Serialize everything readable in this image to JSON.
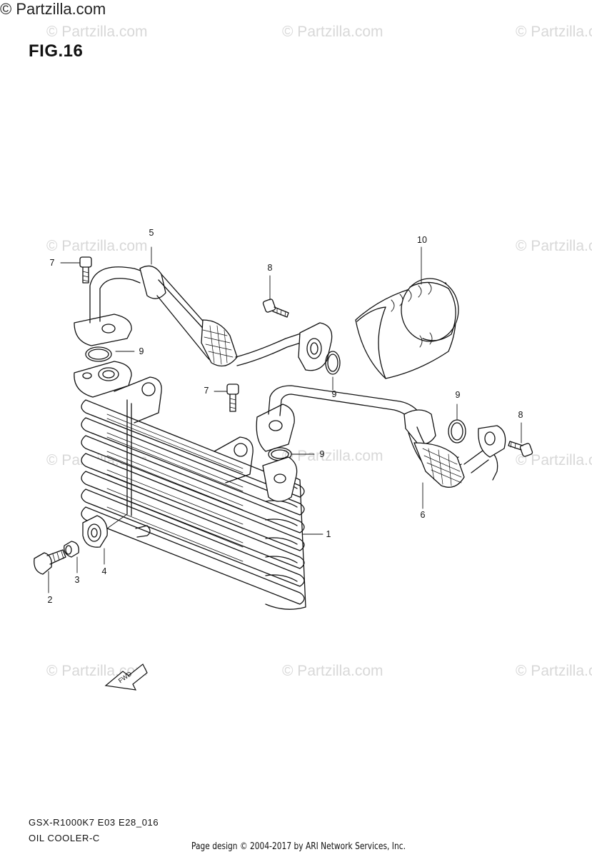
{
  "figure": {
    "title": "FIG.16"
  },
  "watermark": {
    "text": "© Partzilla.com",
    "center_text": "© Partzilla.com"
  },
  "callouts": {
    "p1": "1",
    "p2": "2",
    "p3": "3",
    "p4": "4",
    "p5": "5",
    "p6": "6",
    "p7a": "7",
    "p7b": "7",
    "p8a": "8",
    "p8b": "8",
    "p9a": "9",
    "p9b": "9",
    "p9c": "9",
    "p9d": "9",
    "p10": "10"
  },
  "direction_mark": {
    "text": "FWD"
  },
  "footer": {
    "model_code": "GSX-R1000K7 E03 E28_016",
    "section_name": "OIL COOLER-C",
    "credit": "Page design © 2004-2017 by ARI Network Services, Inc."
  }
}
